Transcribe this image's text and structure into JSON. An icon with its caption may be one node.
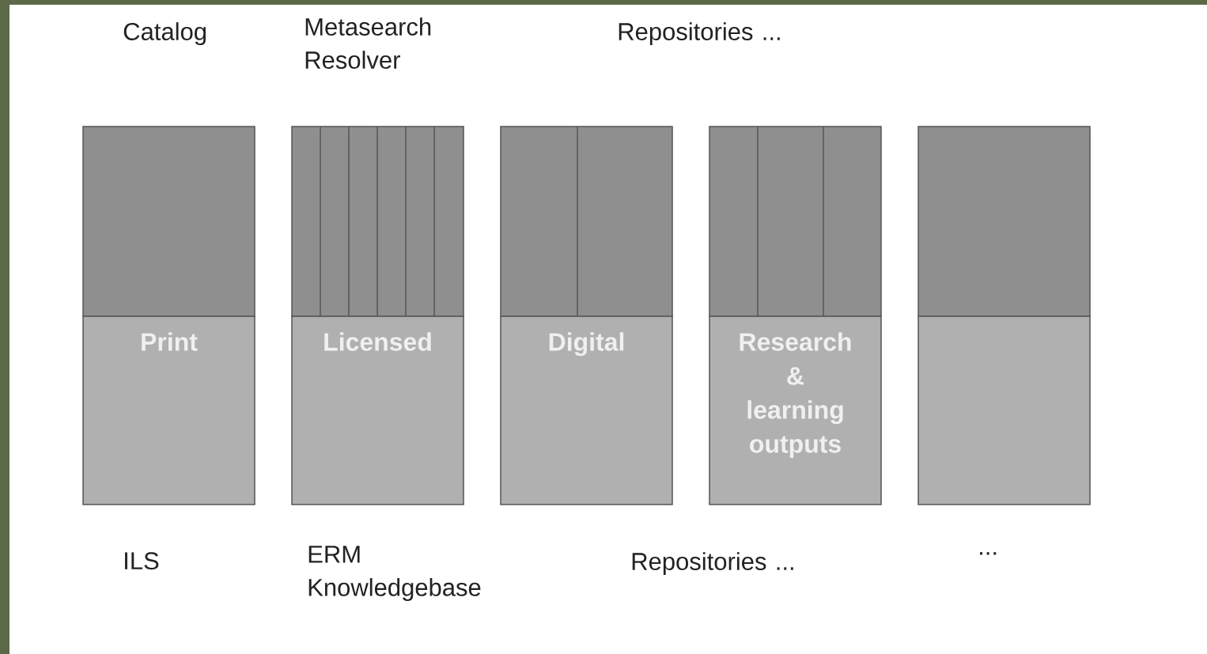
{
  "diagram": {
    "nodes": [
      {
        "text": [],
        "shape": "box"
      },
      {
        "text": [],
        "shape": "box"
      },
      {
        "text": [],
        "shape": "box"
      },
      {
        "text": [],
        "shape": "box"
      },
      {
        "text": [],
        "shape": "box"
      },
      {
        "text": [
          "Print"
        ]
      },
      {
        "text": [
          "Licensed"
        ]
      },
      {
        "text": [
          "Digital"
        ]
      },
      {
        "text": [
          "Research & learning outputs"
        ]
      },
      {
        "text": [],
        "shape": "box"
      }
    ],
    "labels": [
      "Catalog",
      "Metasearch Resolver",
      "Repositories ...",
      "ILS",
      "ERM Knowledgebase",
      "Repositories ...",
      "..."
    ]
  }
}
